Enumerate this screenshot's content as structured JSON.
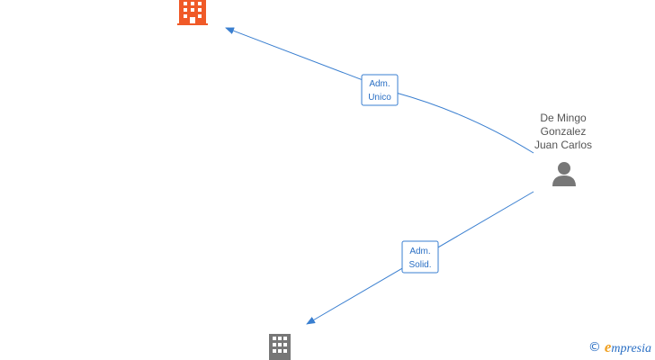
{
  "colors": {
    "edge": "#3a7fd0",
    "company_primary": "#f05a28",
    "company_secondary": "#777777",
    "person": "#777777"
  },
  "nodes": {
    "person": {
      "name_lines": [
        "De Mingo",
        "Gonzalez",
        "Juan Carlos"
      ],
      "icon": "person-icon"
    },
    "company_top": {
      "icon": "building-icon"
    },
    "company_bottom": {
      "icon": "building-icon"
    }
  },
  "edges": [
    {
      "label_lines": [
        "Adm.",
        "Unico"
      ]
    },
    {
      "label_lines": [
        "Adm.",
        "Solid."
      ]
    }
  ],
  "watermark": {
    "copyright": "©",
    "brand_initial": "e",
    "brand_rest": "mpresia"
  }
}
